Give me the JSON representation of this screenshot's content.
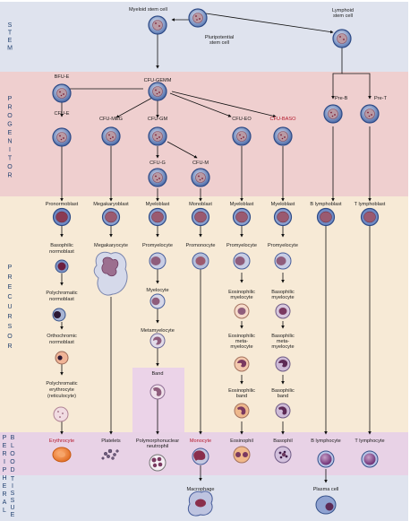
{
  "bands": {
    "stem": "STEM",
    "progenitor": "PROGENITOR",
    "precursor": "PRECURSOR",
    "peripheral": "PERIPHERAL",
    "blood": "BLOOD",
    "tissue": "TISSUE"
  },
  "colors": {
    "stem_band": "#dfe3ee",
    "progenitor_band": "#efcfcf",
    "precursor_band": "#f7ead6",
    "blood_band": "#e8d2e6",
    "tissue_band": "#dfe3ee",
    "band_highlight": "#ebd3e8"
  },
  "labels": {
    "myeloid_stem": "Myeloid stem cell",
    "pluripotential_1": "Pluripotential",
    "pluripotential_2": "stem cell",
    "lymphoid_1": "Lymphoid",
    "lymphoid_2": "stem cell",
    "bfu_e": "BFU-E",
    "cfu_gemm": "CFU-GEMM",
    "cfu_e": "CFU-E",
    "cfu_meg": "CFU-MEG",
    "cfu_gm": "CFU-GM",
    "cfu_eo": "CFU-EO",
    "cfu_baso": "CFU-BASO",
    "pre_b": "Pre-B",
    "pre_t": "Pre-T",
    "cfu_g": "CFU-G",
    "cfu_m": "CFU-M",
    "pronormoblast": "Pronormoblast",
    "megakaryoblast": "Megakaryoblast",
    "myeloblast_1": "Myeloblast",
    "monoblast": "Monoblast",
    "myeloblast_2": "Myeloblast",
    "myeloblast_3": "Myeloblast",
    "b_lymphoblast": "B lymphoblast",
    "t_lymphoblast": "T lymphoblast",
    "basophilic_1": "Basophilic",
    "basophilic_2": "normoblast",
    "megakaryocyte": "Megakaryocyte",
    "promyelocyte_1": "Promyelocyte",
    "promonocyte": "Promonocyte",
    "promyelocyte_2": "Promyelocyte",
    "promyelocyte_3": "Promyelocyte",
    "polychromatic_1": "Polychromatic",
    "polychromatic_2": "normoblast",
    "myelocyte": "Myelocyte",
    "eos_myelocyte_1": "Eosinophilic",
    "eos_myelocyte_2": "myelocyte",
    "baso_myelocyte_1": "Basophilic",
    "baso_myelocyte_2": "myelocyte",
    "orthochromic_1": "Orthochromic",
    "orthochromic_2": "normoblast",
    "metamyelocyte": "Metamyelocyte",
    "eos_meta_1": "Eosinophilic",
    "eos_meta_2": "meta-",
    "eos_meta_3": "myelocyte",
    "baso_meta_1": "Basophilic",
    "baso_meta_2": "meta-",
    "baso_meta_3": "myelocyte",
    "retic_1": "Polychromatic",
    "retic_2": "erythrocyte",
    "retic_3": "(reticulocyte)",
    "band": "Band",
    "eos_band_1": "Eosinophilic",
    "eos_band_2": "band",
    "baso_band_1": "Basophilic",
    "baso_band_2": "band",
    "erythrocyte": "Erythrocyte",
    "platelets": "Platelets",
    "pmn_1": "Polymorphonuclear",
    "pmn_2": "neutrophil",
    "monocyte": "Monocyte",
    "eosinophil": "Eosinophil",
    "basophil": "Basophil",
    "b_lymphocyte": "B lymphocyte",
    "t_lymphocyte": "T lymphocyte",
    "macrophage": "Macrophage",
    "plasma_cell": "Plasma cell"
  }
}
